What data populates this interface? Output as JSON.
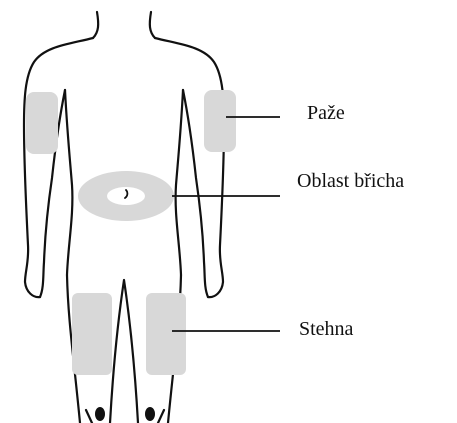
{
  "labels": {
    "arm": "Paže",
    "abdomen": "Oblast břicha",
    "thigh": "Stehna"
  },
  "colors": {
    "injection_zone": "#d8d8d8",
    "outline": "#111111",
    "background": "#ffffff"
  }
}
